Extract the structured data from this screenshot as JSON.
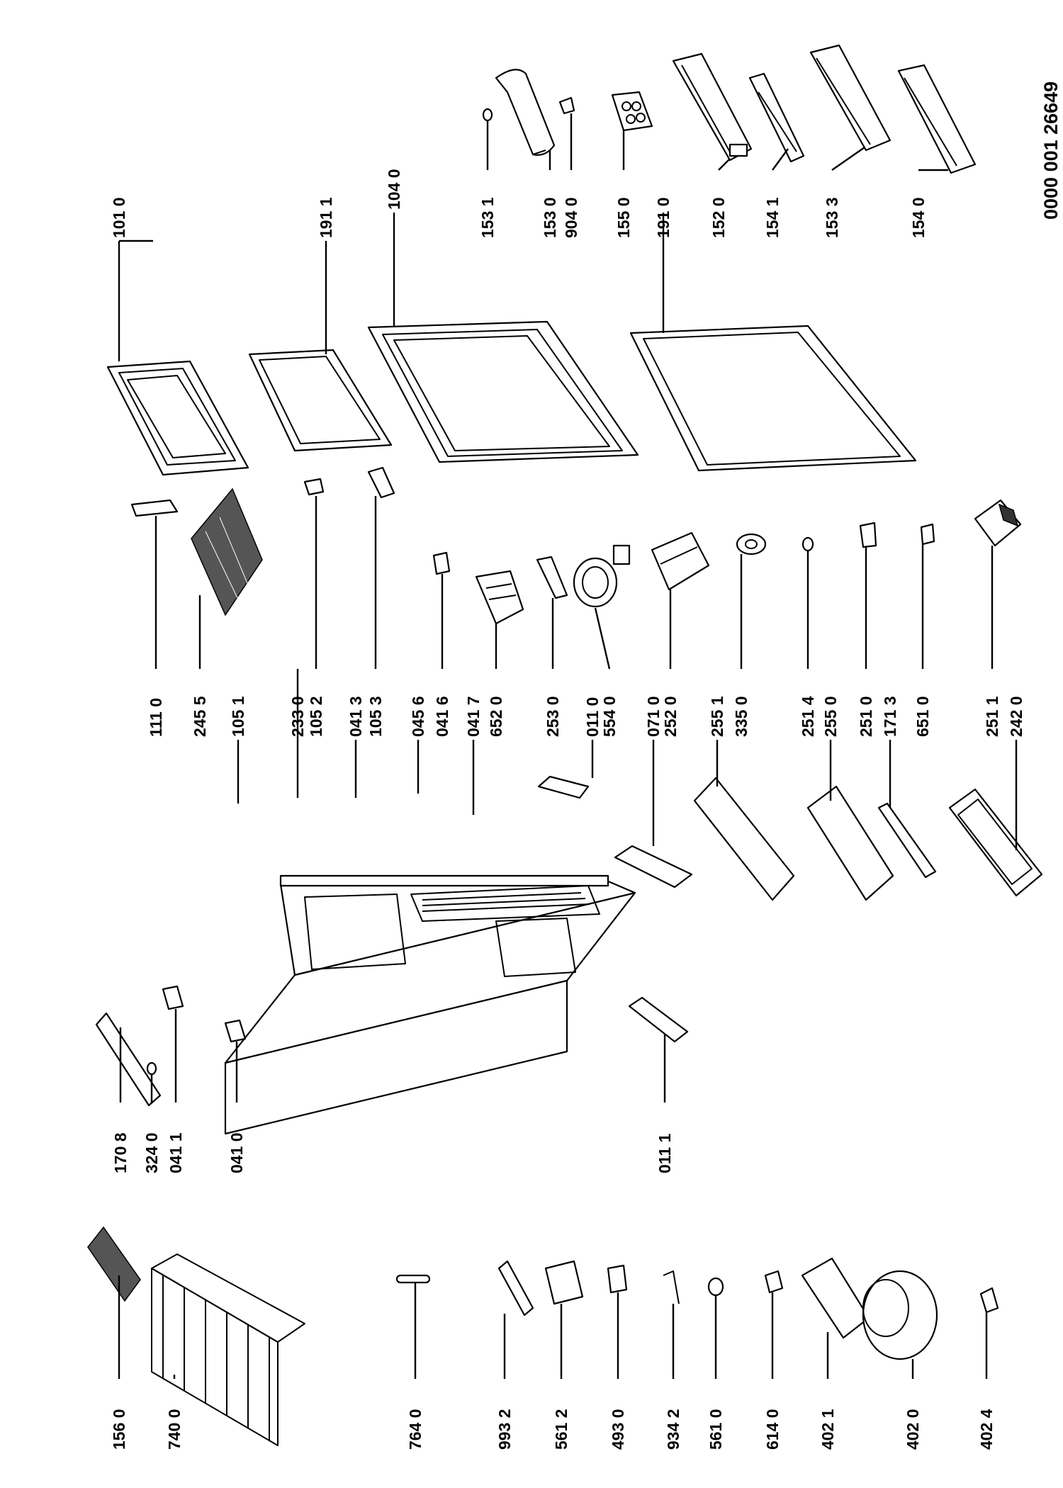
{
  "document_number": "0000 001 26649",
  "callouts": [
    {
      "id": "c1010",
      "label": "101 0"
    },
    {
      "id": "c1911",
      "label": "191 1"
    },
    {
      "id": "c1040",
      "label": "104 0"
    },
    {
      "id": "c1531",
      "label": "153 1"
    },
    {
      "id": "c1530",
      "label": "153 0"
    },
    {
      "id": "c9040",
      "label": "904 0"
    },
    {
      "id": "c1550",
      "label": "155 0"
    },
    {
      "id": "c1910",
      "label": "191 0"
    },
    {
      "id": "c1520",
      "label": "152 0"
    },
    {
      "id": "c1541",
      "label": "154 1"
    },
    {
      "id": "c1533",
      "label": "153 3"
    },
    {
      "id": "c1540",
      "label": "154 0"
    },
    {
      "id": "c1110",
      "label": "111 0"
    },
    {
      "id": "c2455",
      "label": "245 5"
    },
    {
      "id": "c1051",
      "label": "105 1"
    },
    {
      "id": "c2330",
      "label": "233 0"
    },
    {
      "id": "c1052",
      "label": "105 2"
    },
    {
      "id": "c0413",
      "label": "041 3"
    },
    {
      "id": "c1053",
      "label": "105 3"
    },
    {
      "id": "c0456",
      "label": "045 6"
    },
    {
      "id": "c0416",
      "label": "041 6"
    },
    {
      "id": "c0417",
      "label": "041 7"
    },
    {
      "id": "c6520",
      "label": "652 0"
    },
    {
      "id": "c2530",
      "label": "253 0"
    },
    {
      "id": "c0110",
      "label": "011 0"
    },
    {
      "id": "c5540",
      "label": "554 0"
    },
    {
      "id": "c0710",
      "label": "071 0"
    },
    {
      "id": "c2520",
      "label": "252 0"
    },
    {
      "id": "c2551",
      "label": "255 1"
    },
    {
      "id": "c3350",
      "label": "335 0"
    },
    {
      "id": "c2514",
      "label": "251 4"
    },
    {
      "id": "c2550",
      "label": "255 0"
    },
    {
      "id": "c2510",
      "label": "251 0"
    },
    {
      "id": "c1713",
      "label": "171 3"
    },
    {
      "id": "c6510",
      "label": "651 0"
    },
    {
      "id": "c2511",
      "label": "251 1"
    },
    {
      "id": "c2420",
      "label": "242 0"
    },
    {
      "id": "c1708",
      "label": "170 8"
    },
    {
      "id": "c3240",
      "label": "324 0"
    },
    {
      "id": "c0411",
      "label": "041 1"
    },
    {
      "id": "c0410",
      "label": "041 0"
    },
    {
      "id": "c0111",
      "label": "011 1"
    },
    {
      "id": "c1560",
      "label": "156 0"
    },
    {
      "id": "c7400",
      "label": "740 0"
    },
    {
      "id": "c7640",
      "label": "764 0"
    },
    {
      "id": "c9932",
      "label": "993 2"
    },
    {
      "id": "c5612",
      "label": "561 2"
    },
    {
      "id": "c4930",
      "label": "493 0"
    },
    {
      "id": "c9342",
      "label": "934 2"
    },
    {
      "id": "c5610",
      "label": "561 0"
    },
    {
      "id": "c6140",
      "label": "614 0"
    },
    {
      "id": "c4021",
      "label": "402 1"
    },
    {
      "id": "c4020",
      "label": "402 0"
    },
    {
      "id": "c4024",
      "label": "402 4"
    }
  ]
}
